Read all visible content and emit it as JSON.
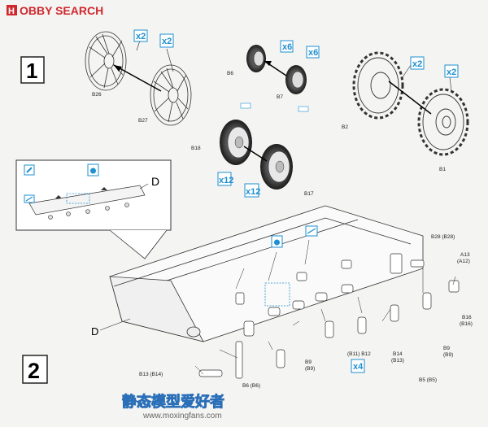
{
  "brand": {
    "prefix": "H",
    "name": "OBBY SEARCH"
  },
  "steps": {
    "one": "1",
    "two": "2"
  },
  "callout": {
    "letter": "D"
  },
  "hull": {
    "letter": "D"
  },
  "qty": {
    "b26": "x2",
    "b27": "x2",
    "b6": "x6",
    "b7": "x6",
    "b18": "x12",
    "b17": "x12",
    "b2": "x2",
    "b1": "x2",
    "b11": "x4"
  },
  "parts": {
    "B26": "B26",
    "B27": "B27",
    "B6": "B6",
    "B7": "B7",
    "B18": "B18",
    "B17": "B17",
    "B2": "B2",
    "B1": "B1",
    "B28": "B28 (B28)",
    "A13": "A13",
    "A13b": "(A12)",
    "B16": "B16",
    "B16b": "(B16)",
    "B9r": "B9",
    "B9rb": "(B9)",
    "B9m": "B9",
    "B9mb": "(B9)",
    "B11": "(B11) B12",
    "B14": "B14",
    "B14b": "(B13)",
    "B5r": "B5 (B5)",
    "B13": "B13 (B14)",
    "B5l": "B6 (B6)"
  },
  "watermark": {
    "cn": "静态模型爱好者",
    "url": "www.moxingfans.com"
  },
  "icons": [
    "hobby-search-logo",
    "paint-brush-icon",
    "glue-bottle-icon",
    "decal-icon"
  ]
}
